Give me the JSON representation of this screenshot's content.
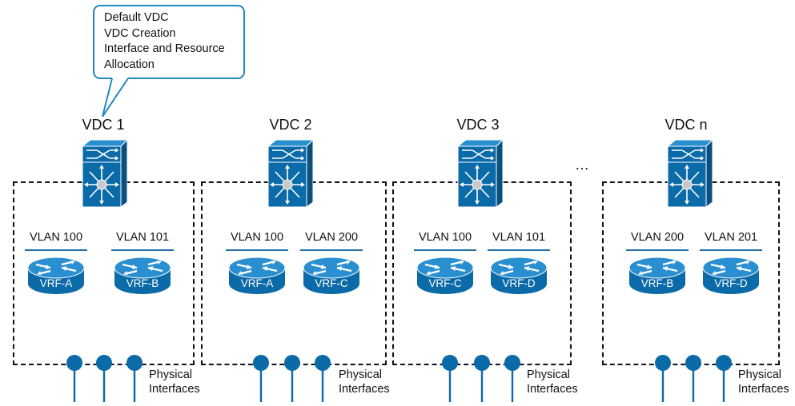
{
  "callout": {
    "lines": [
      "Default VDC",
      "VDC Creation",
      "Interface and Resource",
      "Allocation"
    ]
  },
  "ellipsis": "…",
  "vdcs": [
    {
      "title": "VDC 1",
      "vlans": [
        {
          "vlan": "VLAN 100",
          "vrf": "VRF-A"
        },
        {
          "vlan": "VLAN 101",
          "vrf": "VRF-B"
        }
      ],
      "interfaces_label": [
        "Physical",
        "Interfaces"
      ]
    },
    {
      "title": "VDC 2",
      "vlans": [
        {
          "vlan": "VLAN 100",
          "vrf": "VRF-A"
        },
        {
          "vlan": "VLAN 200",
          "vrf": "VRF-C"
        }
      ],
      "interfaces_label": [
        "Physical",
        "Interfaces"
      ]
    },
    {
      "title": "VDC 3",
      "vlans": [
        {
          "vlan": "VLAN 100",
          "vrf": "VRF-C"
        },
        {
          "vlan": "VLAN 101",
          "vrf": "VRF-D"
        }
      ],
      "interfaces_label": [
        "Physical",
        "Interfaces"
      ]
    },
    {
      "title": "VDC n",
      "vlans": [
        {
          "vlan": "VLAN 200",
          "vrf": "VRF-B"
        },
        {
          "vlan": "VLAN 201",
          "vrf": "VRF-D"
        }
      ],
      "interfaces_label": [
        "Physical",
        "Interfaces"
      ]
    }
  ],
  "colors": {
    "device_blue": "#0b6aa8",
    "device_blue_light": "#2a8fd0",
    "accent": "#1f8ac0"
  },
  "icons": {
    "switch": "nexus-switch-icon",
    "router": "router-icon",
    "port": "interface-port-icon"
  }
}
